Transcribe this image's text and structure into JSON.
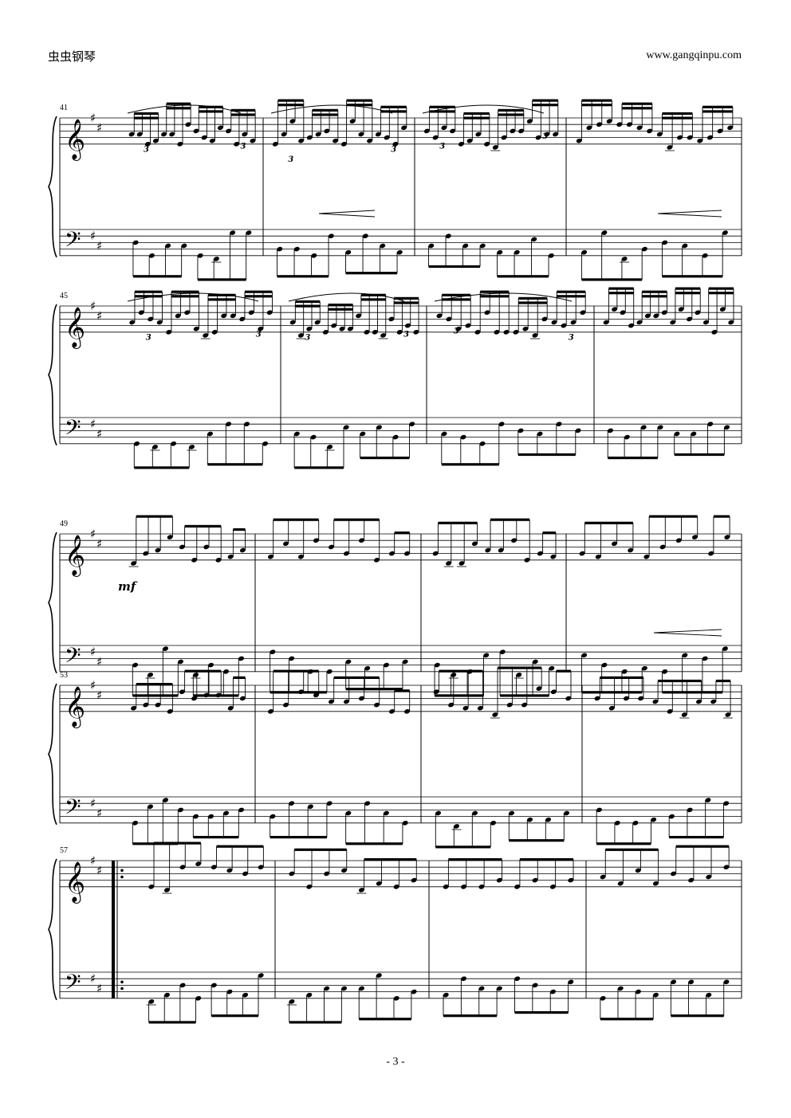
{
  "header": {
    "left": "虫虫钢琴",
    "right": "www.gangqinpu.com"
  },
  "footer": {
    "page": "- 3 -"
  },
  "score": {
    "key_signature": "D major (2 sharps)",
    "dynamic_mark": "mf",
    "tuplet_label": "3",
    "systems": [
      {
        "first_measure": "41",
        "measures": 4
      },
      {
        "first_measure": "45",
        "measures": 4
      },
      {
        "first_measure": "49",
        "measures": 4
      },
      {
        "first_measure": "53",
        "measures": 4
      },
      {
        "first_measure": "57",
        "measures": 4
      }
    ]
  }
}
